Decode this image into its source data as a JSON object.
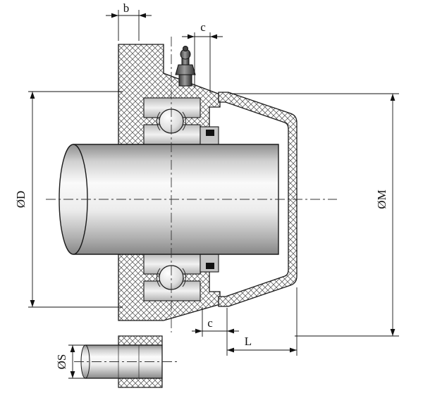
{
  "dims": {
    "b": {
      "label": "b"
    },
    "c_top": {
      "label": "c"
    },
    "d": {
      "label": "ØD"
    },
    "m": {
      "label": "ØM"
    },
    "c_bottom": {
      "label": "c"
    },
    "l": {
      "label": "L"
    },
    "s": {
      "label": "ØS"
    }
  },
  "colors": {
    "outline": "#1a1a1a",
    "hatch": "#4a4a4a",
    "dimension": "#111111",
    "background": "#ffffff"
  }
}
